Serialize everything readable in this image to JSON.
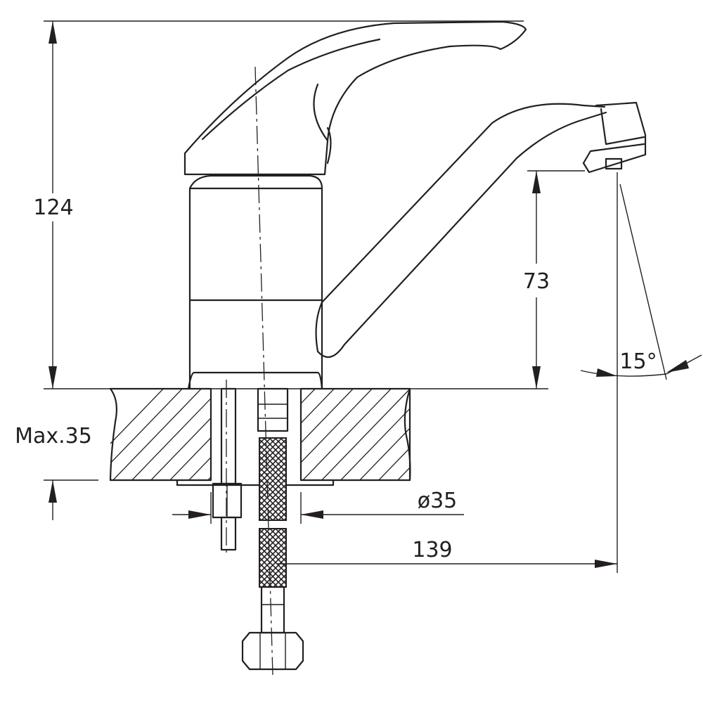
{
  "dimensions": {
    "total_height": "124",
    "spout_height": "73",
    "max_deck_thickness": "Max.35",
    "hole_diameter": "ø35",
    "spout_reach": "139",
    "swivel_angle": "15°"
  },
  "colors": {
    "line": "#231f20",
    "background": "#ffffff"
  }
}
